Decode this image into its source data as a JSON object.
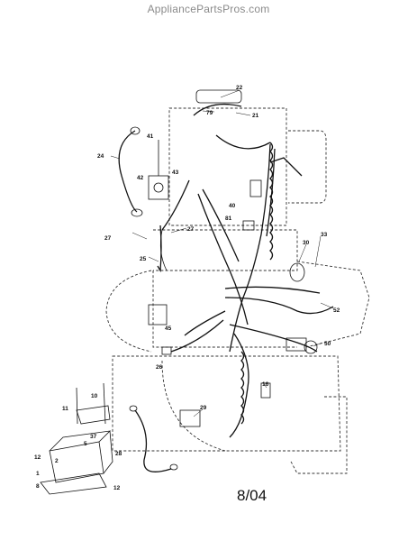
{
  "header": {
    "watermark": "AppliancePartsPros.com"
  },
  "footer": {
    "date_code": "8/04"
  },
  "callouts": {
    "p22": "22",
    "p79": "79",
    "p21": "21",
    "p24": "24",
    "p41": "41",
    "p42": "42",
    "p43": "43",
    "p40": "40",
    "p81": "81",
    "p27a": "27",
    "p27b": "27",
    "p25": "25",
    "p30": "30",
    "p33": "33",
    "p52": "52",
    "p45": "45",
    "p50": "50",
    "p26": "26",
    "p16": "16",
    "p10": "10",
    "p11": "11",
    "p29": "29",
    "p37": "37",
    "p5": "5",
    "p2": "2",
    "p12a": "12",
    "p28": "28",
    "p1": "1",
    "p8": "8",
    "p12b": "12"
  }
}
